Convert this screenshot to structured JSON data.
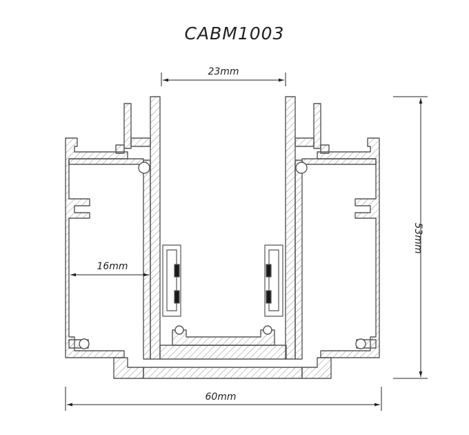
{
  "title": "CABM1003",
  "dimensions": {
    "channel_width": "23mm",
    "chamber_width": "16mm",
    "total_width": "60mm",
    "total_height": "53mm"
  },
  "colors": {
    "outline": "#555555",
    "hatch": "#8a8a8a",
    "gasket": "#1a1a1a",
    "text": "#222222"
  }
}
